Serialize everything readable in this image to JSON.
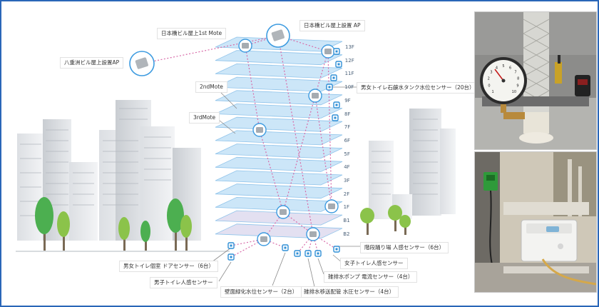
{
  "floors": [
    "13F",
    "12F",
    "11F",
    "10F",
    "9F",
    "8F",
    "7F",
    "6F",
    "5F",
    "4F",
    "3F",
    "2F",
    "1F",
    "B1",
    "B2"
  ],
  "labels": {
    "yaesu_ap": "八重洲ビル屋上設置AP",
    "mote1": "日本橋ビル屋上1st Mote",
    "nihonbashi_ap": "日本橋ビル屋上設置 AP",
    "mote2": "2ndMote",
    "mote3": "3rdMote",
    "tank_sensor": "男女トイレ石鹸水タンク水位センサー（20台）",
    "stairs_sensor": "階段踊り場 人感センサー（6台）",
    "womens_motion": "女子トイレ人感センサー",
    "pump_current": "雑排水ポンプ 電流センサー（4台）",
    "pressure_sensor": "雑排水移送配管 水圧センサー（4台）",
    "wall_sensor": "壁面緑化水位センサー（2台）",
    "mens_motion": "男子トイレ人感センサー",
    "door_sensor": "男女トイレ個室 ドアセンサー（6台）"
  },
  "gauge_numbers": [
    "1",
    "0",
    "2",
    "3",
    "4",
    "5",
    "6",
    "7",
    "8",
    "9",
    "10"
  ],
  "colors": {
    "floor_fill": "#b9dcf5",
    "floor_edge": "#8fc3ea",
    "accent": "#2f8fd6",
    "frame": "#2a66b8",
    "trees": "#4caf50"
  }
}
